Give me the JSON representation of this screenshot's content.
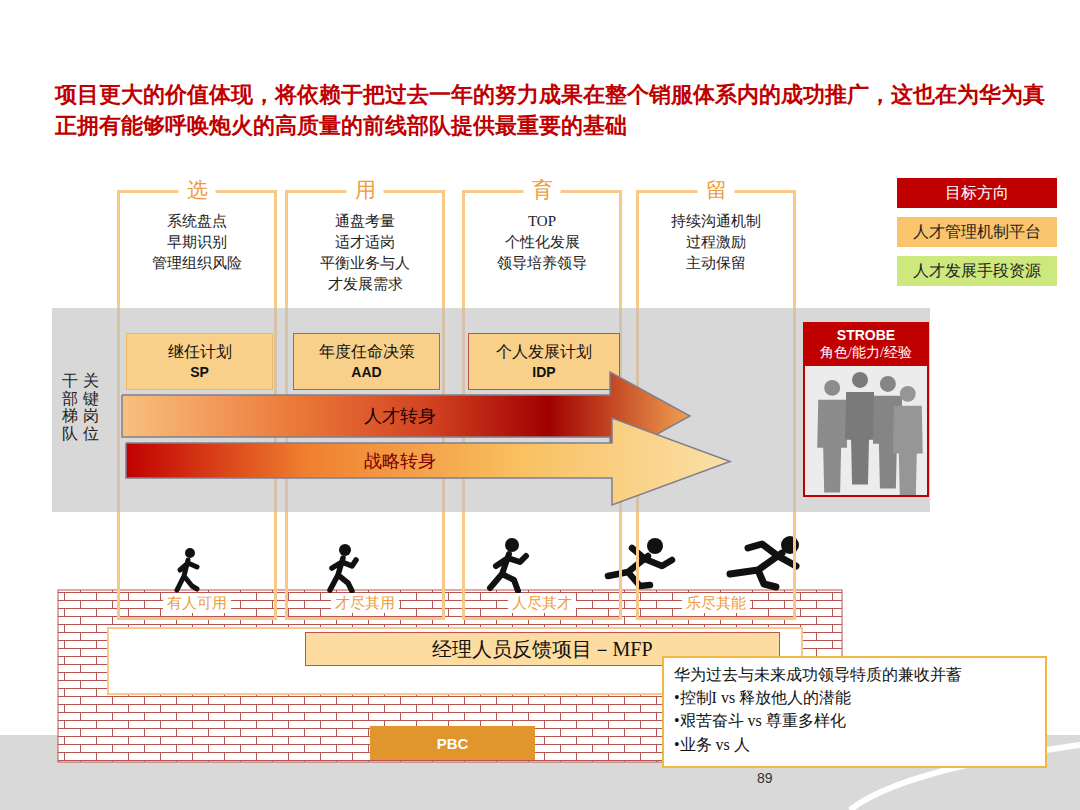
{
  "diagram": {
    "title": "项目更大的价值体现，将依赖于把过去一年的努力成果在整个销服体系内的成功推广，这也在为华为真正拥有能够呼唤炮火的高质量的前线部队提供最重要的基础",
    "nodes": [
      {
        "text": [
          "选",
          "系统盘点 早期识别 管理组织风险",
          "有人可用"
        ]
      },
      {
        "text": [
          "用",
          "通盘考量 适才适岗 平衡业务与人才发展需求",
          "才尽其用"
        ]
      },
      {
        "text": [
          "育",
          "TOP 个性化发展 领导培养领导",
          "人尽其才"
        ]
      },
      {
        "text": [
          "留",
          "持续沟通机制 过程激励 主动保留",
          "乐尽其能"
        ]
      },
      {
        "text": [
          "关键岗位",
          "干部梯队"
        ]
      },
      {
        "text": [
          "继任计划",
          "SP"
        ],
        "in": 4
      },
      {
        "text": [
          "年度任命决策",
          "AAD"
        ],
        "in": 4
      },
      {
        "text": [
          "个人发展计划",
          "IDP"
        ],
        "in": 4
      },
      {
        "text": [
          "人才转身"
        ],
        "in": 4
      },
      {
        "text": [
          "战略转身"
        ],
        "in": 4
      },
      {
        "text": [
          "STROBE",
          "角色/能力/经验"
        ],
        "in": 4
      },
      {
        "text": [
          "经理人员反馈项目－MFP"
        ]
      },
      {
        "text": [
          "PBC"
        ]
      },
      {
        "text": [
          "华为过去与未来成功领导特质的兼收并蓄",
          "•控制I vs 释放他人的潜能",
          "•艰苦奋斗 vs 尊重多样化",
          "•业务 vs 人"
        ]
      }
    ],
    "labels": [
      "89"
    ],
    "legend": [
      {
        "text": "目标方向",
        "color": "#c00000"
      },
      {
        "text": "人才管理机制平台",
        "color": "#f9c46b"
      },
      {
        "text": "人才发展手段资源",
        "color": "#cde87c"
      }
    ]
  }
}
